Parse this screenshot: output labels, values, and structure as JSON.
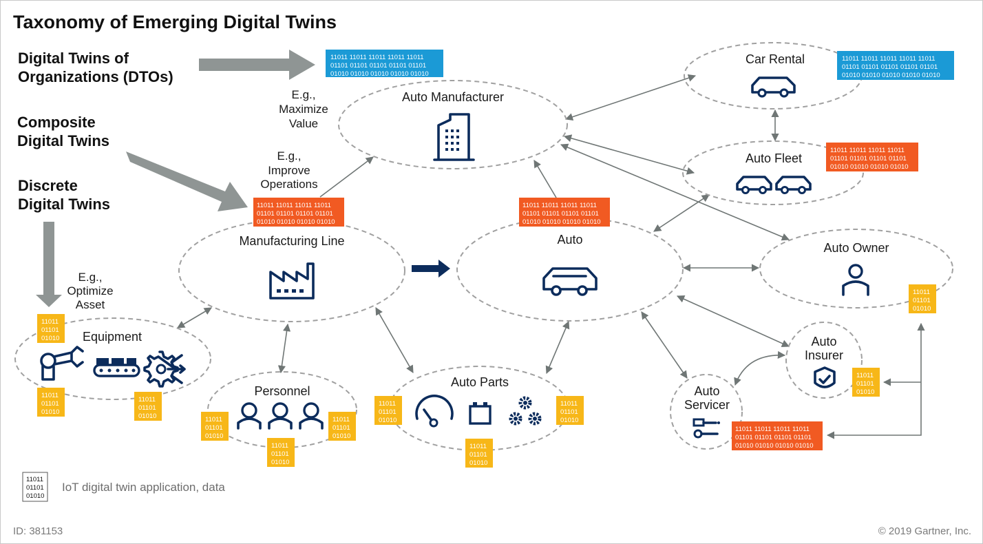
{
  "title": "Taxonomy of Emerging Digital Twins",
  "categories": {
    "dto_line1": "Digital Twins of",
    "dto_line2": "Organizations (DTOs)",
    "composite_line1": "Composite",
    "composite_line2": "Digital Twins",
    "discrete_line1": "Discrete",
    "discrete_line2": "Digital Twins"
  },
  "examples": {
    "maximize": [
      "E.g.,",
      "Maximize",
      "Value"
    ],
    "improve": [
      "E.g.,",
      "Improve",
      "Operations"
    ],
    "optimize": [
      "E.g.,",
      "Optimize",
      "Asset"
    ]
  },
  "nodes": {
    "auto_manufacturer": "Auto Manufacturer",
    "manufacturing_line": "Manufacturing Line",
    "auto": "Auto",
    "car_rental": "Car Rental",
    "auto_fleet": "Auto Fleet",
    "auto_owner": "Auto Owner",
    "equipment": "Equipment",
    "personnel": "Personnel",
    "auto_parts": "Auto Parts",
    "auto_insurer": [
      "Auto",
      "Insurer"
    ],
    "auto_servicer": [
      "Auto",
      "Servicer"
    ]
  },
  "data_block": {
    "wide": [
      "11011 11011 11011 11011 11011",
      "01101 01101 01101 01101 01101",
      "01010 01010 01010 01010 01010"
    ],
    "medium": [
      "11011 11011 11011 11011",
      "01101 01101 01101 01101",
      "01010 01010 01010 01010"
    ],
    "small": [
      "11011",
      "01101",
      "01010"
    ]
  },
  "colors": {
    "blue_data": "#1b9ad6",
    "orange_data": "#f15a22",
    "yellow_data": "#f7b718",
    "icon_navy": "#0c2c5c",
    "arrow_gray": "#8f9594"
  },
  "legend_text": "IoT digital twin application, data",
  "footer": {
    "id": "ID: 381153",
    "copyright": "© 2019 Gartner, Inc."
  }
}
